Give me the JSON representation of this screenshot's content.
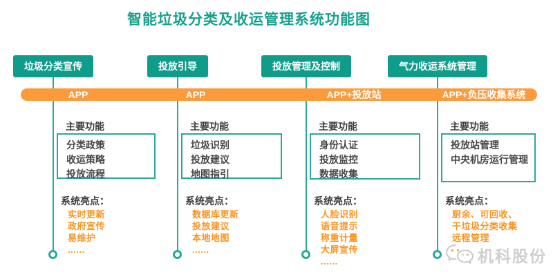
{
  "title": "智能垃圾分类及收运管理系统功能图",
  "colors": {
    "teal": "#0f9c8b",
    "teal_line": "#2aa89b",
    "orange_bar": "#fd9a3c",
    "orange_text": "#f8941f",
    "dark_text": "#3c3c3c",
    "watermark_gray": "#cfcfcf"
  },
  "banner": {
    "segments": [
      "APP",
      "APP",
      "APP+投放站",
      "APP+负压收集系统"
    ]
  },
  "columns": [
    {
      "header": "垃圾分类宣传",
      "functions_label": "主要功能",
      "functions": [
        "分类政策",
        "收运策略",
        "投放流程"
      ],
      "highlights_label": "系统亮点：",
      "highlights": [
        "实时更新",
        "政府宣传",
        "易维护",
        "......"
      ]
    },
    {
      "header": "投放引导",
      "functions_label": "主要功能",
      "functions": [
        "垃圾识别",
        "投放建议",
        "地图指引"
      ],
      "highlights_label": "系统亮点：",
      "highlights": [
        "数据库更新",
        "投放建议",
        "本地地图",
        "......"
      ]
    },
    {
      "header": "投放管理及控制",
      "functions_label": "主要功能",
      "functions": [
        "身份认证",
        "投放监控",
        "数据收集"
      ],
      "highlights_label": "系统亮点：",
      "highlights": [
        "人脸识别",
        "语音提示",
        "称重计量",
        "大屏宣传",
        "......"
      ]
    },
    {
      "header": "气力收运系统管理",
      "functions_label": "主要功能",
      "functions": [
        "投放站管理",
        "中央机房运行管理"
      ],
      "highlights_label": "系统亮点：",
      "highlights": [
        "厨余、可回收、",
        "干垃圾分类收集",
        "远程管理"
      ]
    }
  ],
  "watermark": {
    "icon": "wechat-icon",
    "text": "机科股份"
  }
}
